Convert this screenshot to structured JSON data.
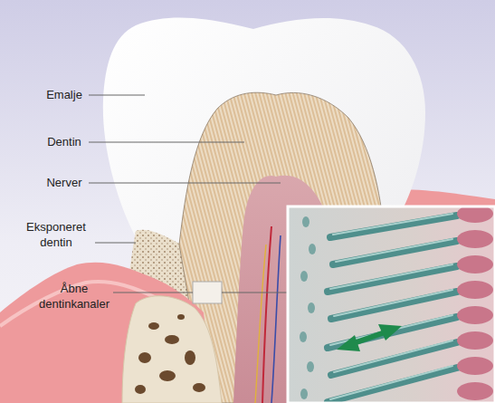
{
  "diagram": {
    "labels": [
      "Emalje",
      "Dentin",
      "Nerver",
      "Eksponeret dentin",
      "Åbne dentinkanaler"
    ]
  }
}
